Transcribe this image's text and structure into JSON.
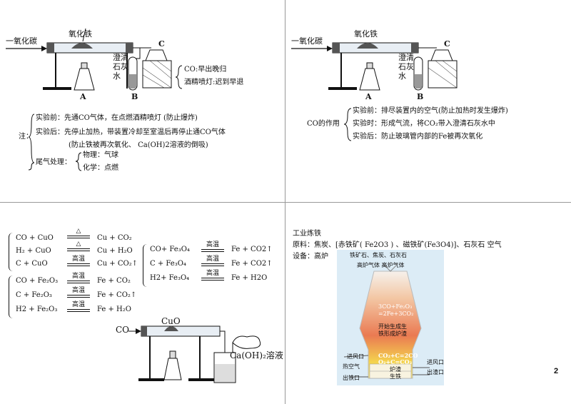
{
  "q1": {
    "co_label": "一氧化碳",
    "fe2o3_label": "氧化铁",
    "limewater_label": "澄清石灰水",
    "label_a": "A",
    "label_b": "B",
    "label_c": "C",
    "mnemonic1": "CO:早出晚归",
    "mnemonic2": "酒精喷灯:迟到早退",
    "note_prefix": "注：",
    "before": "实验前：先通CO气体，在点燃酒精喷灯 (防止爆炸)",
    "after": "实验后：先停止加热，带装置冷却至室温后再停止通CO气体",
    "after2": "(防止铁被再次氧化、  Ca(OH)2溶液的倒吸)",
    "tail": "尾气处理：",
    "physical": "物理：气球",
    "chemical": "化学：点燃"
  },
  "q2": {
    "co_label": "一氧化碳",
    "fe2o3_label": "氧化铁",
    "limewater_label": "澄清石灰水",
    "label_a": "A",
    "label_b": "B",
    "label_c": "C",
    "role": "CO的作用",
    "r1": "实验前：排尽装置内的空气(防止加热时发生爆炸)",
    "r2": "实验时：形成气流，将CO₂带入澄清石灰水中",
    "r3": "实验后：防止玻璃管内部的Fe被再次氧化"
  },
  "q3": {
    "eqs_cuo": [
      {
        "l": "CO  +  CuO",
        "c": "△",
        "r": "Cu  +  CO₂"
      },
      {
        "l": "H₂  +  CuO",
        "c": "△",
        "r": "Cu  +  H₂O"
      },
      {
        "l": "C   +  CuO",
        "c": "高温",
        "r": "Cu  +  CO₂↑"
      }
    ],
    "eqs_fe2o3": [
      {
        "l": "CO  +  Fe₂O₃",
        "c": "高温",
        "r": "Fe  +  CO₂"
      },
      {
        "l": "C   +  Fe₂O₃",
        "c": "高温",
        "r": "Fe  +  CO₂↑"
      },
      {
        "l": "H2  +  Fe₂O₃",
        "c": "高温",
        "r": "Fe  +  H₂O"
      }
    ],
    "eqs_fe3o4": [
      {
        "l": "CO+ Fe₃O₄",
        "c": "高温",
        "r": "Fe  +  CO2↑"
      },
      {
        "l": "C  + Fe₃O₄",
        "c": "高温",
        "r": "Fe  +  CO2↑"
      },
      {
        "l": "H2+ Fe₃O₄",
        "c": "高温",
        "r": "Fe  +  H2O"
      }
    ],
    "cuo_label": "CuO",
    "co_label": "CO",
    "caoh_label": "Ca(OH)₂溶液"
  },
  "q4": {
    "title": "工业炼铁",
    "materials": "原料：焦炭、[赤铁矿( Fe2O3 ) 、磁铁矿(Fe3O4)]、石灰石    空气",
    "equipment": "设备：高炉",
    "top_label": "铁矿石、焦炭、石灰石",
    "gas_label": "高炉气体    高炉气体",
    "reaction1": "3CO+Fe₂O₃",
    "reaction2": "=2Fe+3CO₂",
    "slag": "开始生成生",
    "slag2": "铁形成炉渣",
    "r3": "CO₂+C=2CO",
    "r4": "O₂+C=CO₂",
    "inlet_l": "进风口",
    "inlet_r": "进风口",
    "hot_air": "热空气",
    "slag_out": "出渣口",
    "iron_out": "出铁口",
    "furnace_slag": "炉渣",
    "pig_iron": "生铁",
    "page": "2"
  }
}
